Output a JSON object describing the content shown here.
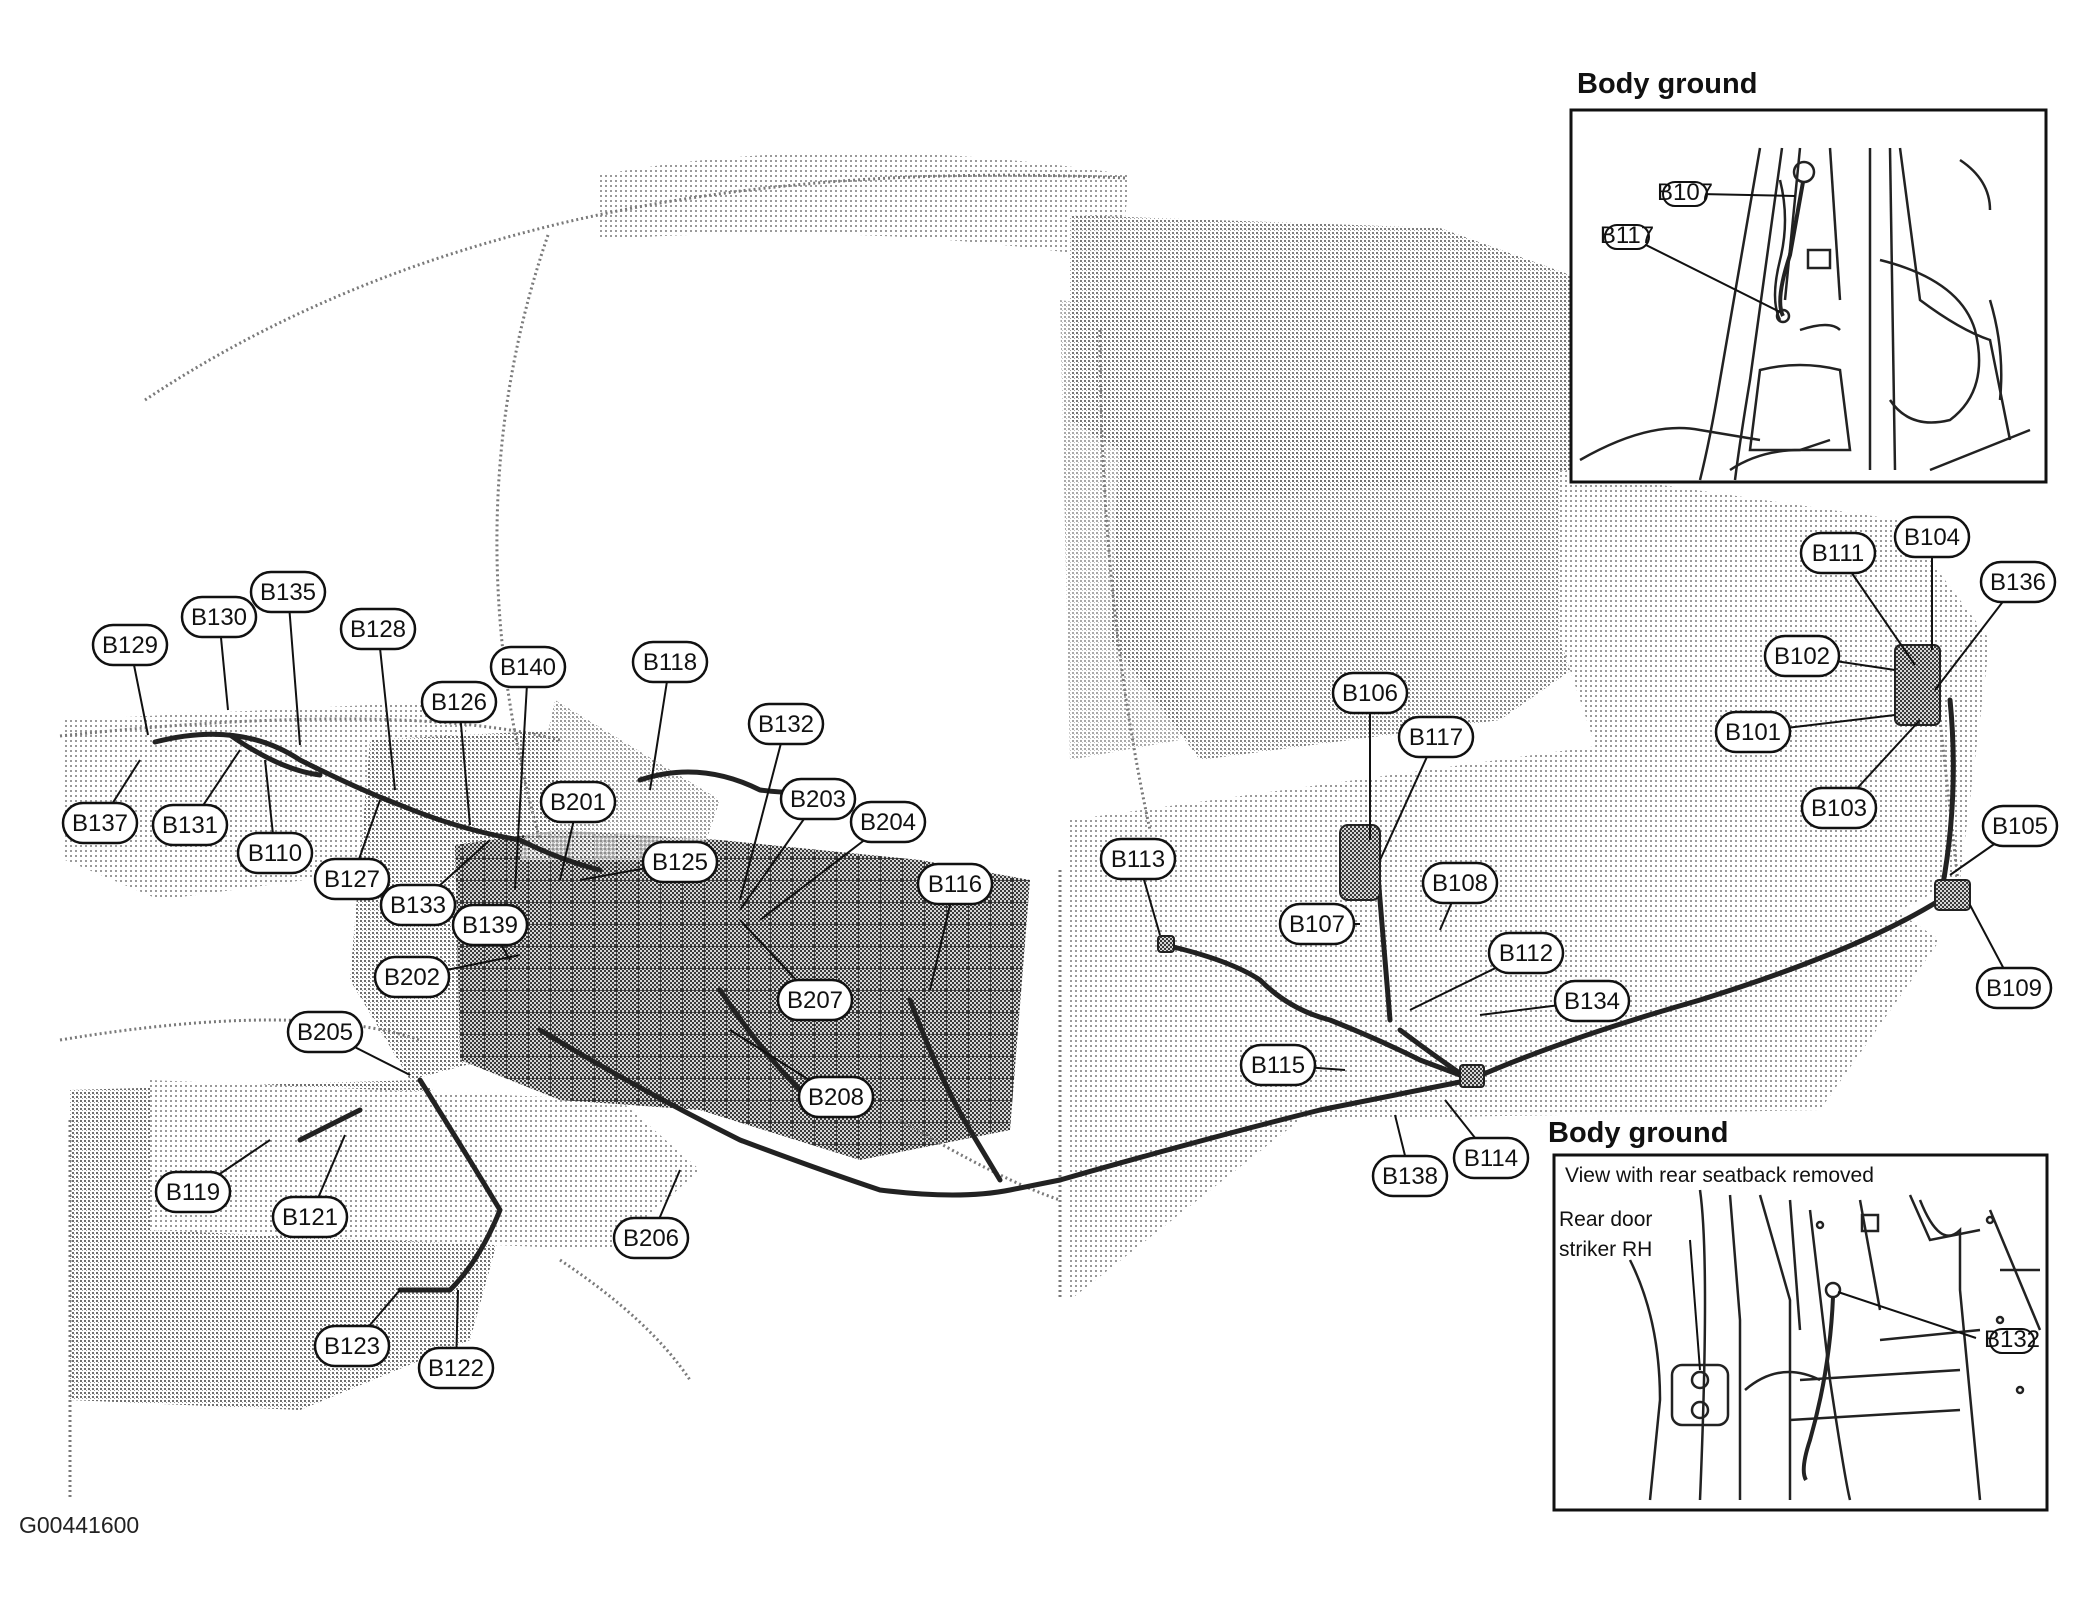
{
  "figure_id": "G00441600",
  "insets": {
    "top": {
      "title": "Body ground",
      "tags": [
        "B107",
        "B117"
      ]
    },
    "bottom": {
      "title": "Body ground",
      "caption": "View with rear seatback removed",
      "location_label": "Rear door striker RH",
      "location_line1": "Rear door",
      "location_line2": "striker RH",
      "tags": [
        "B132"
      ]
    }
  },
  "connectors": [
    "B101",
    "B102",
    "B103",
    "B104",
    "B105",
    "B106",
    "B107",
    "B108",
    "B109",
    "B110",
    "B111",
    "B112",
    "B113",
    "B114",
    "B115",
    "B116",
    "B117",
    "B118",
    "B119",
    "B121",
    "B122",
    "B123",
    "B125",
    "B126",
    "B127",
    "B128",
    "B129",
    "B130",
    "B131",
    "B132",
    "B133",
    "B134",
    "B135",
    "B136",
    "B137",
    "B138",
    "B139",
    "B140",
    "B201",
    "B202",
    "B203",
    "B204",
    "B205",
    "B206",
    "B207",
    "B208"
  ],
  "colors": {
    "ink": "#111111",
    "dither_light": "#bdbdbd",
    "dither_mid": "#8c8c8c",
    "dither_dark": "#555555"
  }
}
